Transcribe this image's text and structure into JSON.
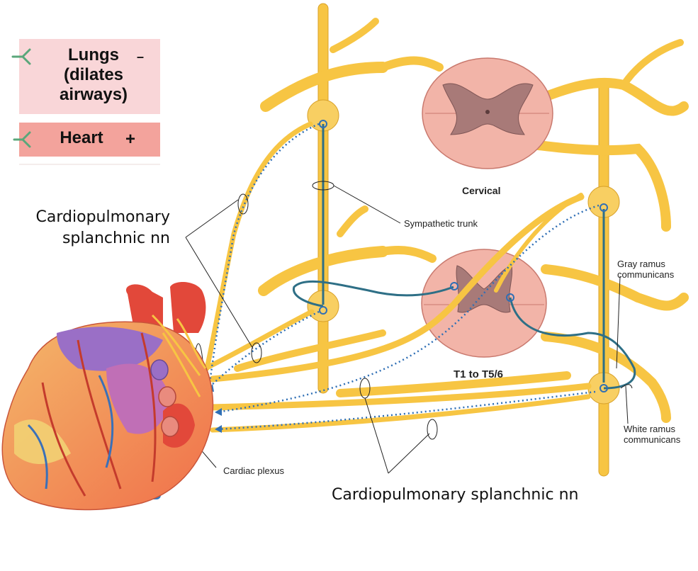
{
  "legend": {
    "lungs_label": "Lungs (dilates airways)",
    "lungs_sign": "–",
    "heart_label": "Heart",
    "heart_sign": "+"
  },
  "labels": {
    "cervical": "Cervical",
    "thoracic_range": "T1 to T5/6",
    "sympathetic_trunk": "Sympathetic trunk",
    "gray_ramus_line1": "Gray ramus",
    "gray_ramus_line2": "communicans",
    "white_ramus_line1": "White ramus",
    "white_ramus_line2": "communicans",
    "cardiac_plexus": "Cardiac plexus",
    "cardiopulmonary_left_line1": "Cardiopulmonary",
    "cardiopulmonary_left_line2": "splanchnic nn",
    "cardiopulmonary_bottom": "Cardiopulmonary splanchnic nn"
  },
  "colors": {
    "nerve_yellow": "#f7c543",
    "preganglionic_teal": "#2e6f86",
    "postganglionic_blue": "#2f6fb5",
    "legend_lungs_bg": "#f9d6d8",
    "legend_heart_bg": "#f3a39c",
    "ligand_green": "#5aa77a",
    "spinal_cord_pink": "#f2b4a8"
  }
}
